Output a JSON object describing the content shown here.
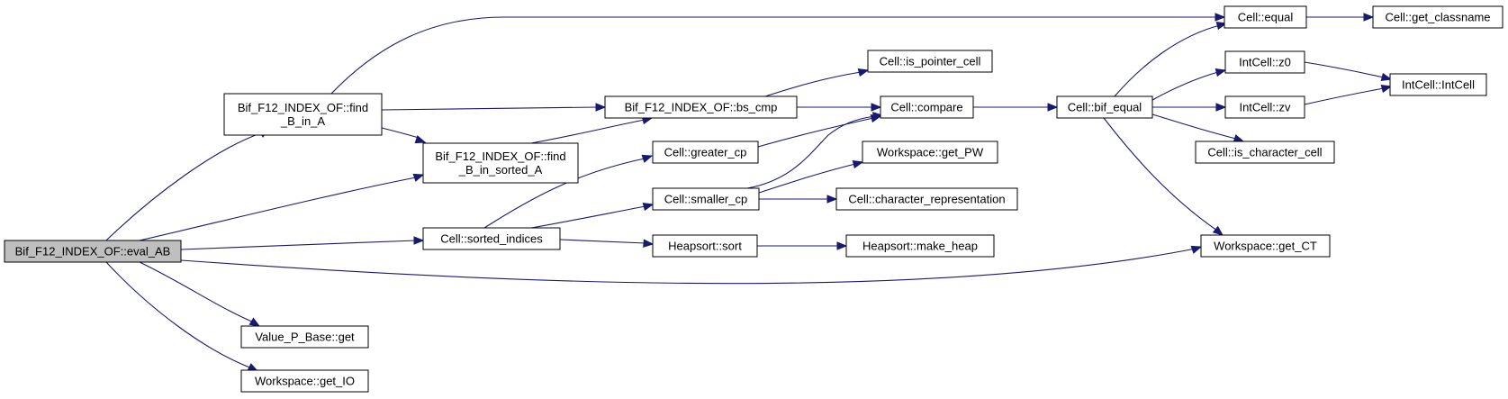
{
  "diagram": {
    "type": "call-graph",
    "colors": {
      "edge": "#191970",
      "node_border": "#000000",
      "node_fill": "#ffffff",
      "root_fill": "#bfbfbf"
    },
    "nodes": [
      {
        "id": "eval_ab",
        "lines": [
          "Bif_F12_INDEX_OF::eval_AB"
        ],
        "root": true
      },
      {
        "id": "find_b_in_a",
        "lines": [
          "Bif_F12_INDEX_OF::find",
          "_B_in_A"
        ]
      },
      {
        "id": "find_b_in_sorted_a",
        "lines": [
          "Bif_F12_INDEX_OF::find",
          "_B_in_sorted_A"
        ]
      },
      {
        "id": "sorted_indices",
        "lines": [
          "Cell::sorted_indices"
        ]
      },
      {
        "id": "value_p_base_get",
        "lines": [
          "Value_P_Base::get"
        ]
      },
      {
        "id": "workspace_get_io",
        "lines": [
          "Workspace::get_IO"
        ]
      },
      {
        "id": "bs_cmp",
        "lines": [
          "Bif_F12_INDEX_OF::bs_cmp"
        ]
      },
      {
        "id": "greater_cp",
        "lines": [
          "Cell::greater_cp"
        ]
      },
      {
        "id": "smaller_cp",
        "lines": [
          "Cell::smaller_cp"
        ]
      },
      {
        "id": "heapsort_sort",
        "lines": [
          "Heapsort::sort"
        ]
      },
      {
        "id": "is_pointer_cell",
        "lines": [
          "Cell::is_pointer_cell"
        ]
      },
      {
        "id": "compare",
        "lines": [
          "Cell::compare"
        ]
      },
      {
        "id": "workspace_get_pw",
        "lines": [
          "Workspace::get_PW"
        ]
      },
      {
        "id": "character_representation",
        "lines": [
          "Cell::character_representation"
        ]
      },
      {
        "id": "make_heap",
        "lines": [
          "Heapsort::make_heap"
        ]
      },
      {
        "id": "bif_equal",
        "lines": [
          "Cell::bif_equal"
        ]
      },
      {
        "id": "equal",
        "lines": [
          "Cell::equal"
        ]
      },
      {
        "id": "intcell_z0",
        "lines": [
          "IntCell::z0"
        ]
      },
      {
        "id": "intcell_zv",
        "lines": [
          "IntCell::zv"
        ]
      },
      {
        "id": "is_character_cell",
        "lines": [
          "Cell::is_character_cell"
        ]
      },
      {
        "id": "workspace_get_ct",
        "lines": [
          "Workspace::get_CT"
        ]
      },
      {
        "id": "get_classname",
        "lines": [
          "Cell::get_classname"
        ]
      },
      {
        "id": "intcell_ctor",
        "lines": [
          "IntCell::IntCell"
        ]
      }
    ],
    "edges": [
      {
        "from": "eval_ab",
        "to": "find_b_in_a"
      },
      {
        "from": "eval_ab",
        "to": "find_b_in_sorted_a"
      },
      {
        "from": "eval_ab",
        "to": "sorted_indices"
      },
      {
        "from": "eval_ab",
        "to": "workspace_get_ct"
      },
      {
        "from": "eval_ab",
        "to": "value_p_base_get"
      },
      {
        "from": "eval_ab",
        "to": "workspace_get_io"
      },
      {
        "from": "find_b_in_a",
        "to": "equal"
      },
      {
        "from": "find_b_in_a",
        "to": "bs_cmp"
      },
      {
        "from": "find_b_in_a",
        "to": "find_b_in_sorted_a"
      },
      {
        "from": "find_b_in_sorted_a",
        "to": "bs_cmp"
      },
      {
        "from": "bs_cmp",
        "to": "is_pointer_cell"
      },
      {
        "from": "bs_cmp",
        "to": "compare"
      },
      {
        "from": "sorted_indices",
        "to": "greater_cp"
      },
      {
        "from": "sorted_indices",
        "to": "smaller_cp"
      },
      {
        "from": "sorted_indices",
        "to": "heapsort_sort"
      },
      {
        "from": "greater_cp",
        "to": "compare"
      },
      {
        "from": "smaller_cp",
        "to": "compare"
      },
      {
        "from": "smaller_cp",
        "to": "workspace_get_pw"
      },
      {
        "from": "smaller_cp",
        "to": "character_representation"
      },
      {
        "from": "heapsort_sort",
        "to": "make_heap"
      },
      {
        "from": "compare",
        "to": "bif_equal"
      },
      {
        "from": "bif_equal",
        "to": "equal"
      },
      {
        "from": "bif_equal",
        "to": "intcell_z0"
      },
      {
        "from": "bif_equal",
        "to": "intcell_zv"
      },
      {
        "from": "bif_equal",
        "to": "is_character_cell"
      },
      {
        "from": "bif_equal",
        "to": "workspace_get_ct"
      },
      {
        "from": "equal",
        "to": "get_classname"
      },
      {
        "from": "intcell_z0",
        "to": "intcell_ctor"
      },
      {
        "from": "intcell_zv",
        "to": "intcell_ctor"
      }
    ]
  }
}
